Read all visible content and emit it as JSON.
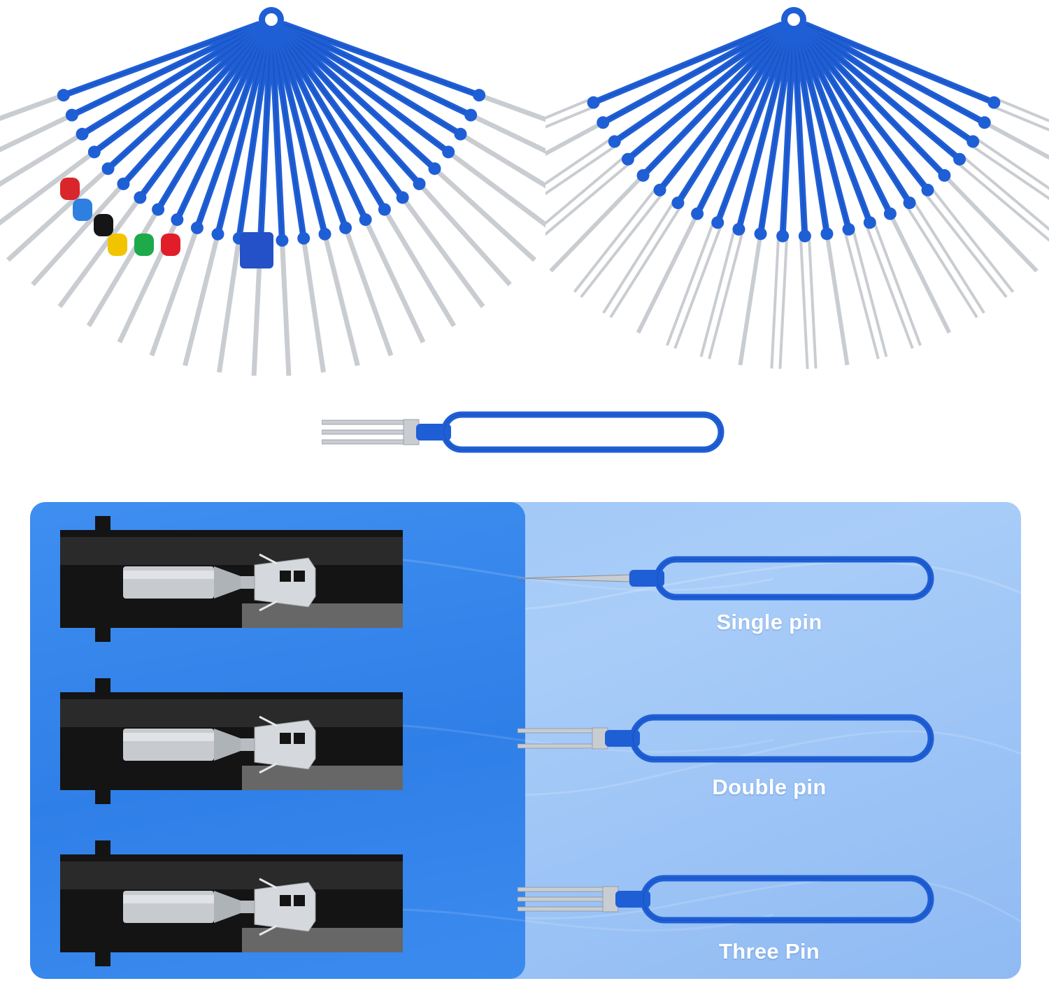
{
  "tools": [
    {
      "id": "single",
      "label": "Single pin",
      "prongs": 1
    },
    {
      "id": "double",
      "label": "Double pin",
      "prongs": 2
    },
    {
      "id": "three",
      "label": "Three Pin",
      "prongs": 3
    }
  ],
  "colors": {
    "handle_blue": "#1f5fd6",
    "handle_dark": "#1748b0",
    "steel": "#c9cdd2",
    "steel_dark": "#8d939a",
    "panel_left": "#3585ec",
    "panel_right": "#a3c8f7",
    "connector_black": "#141414",
    "label_text": "#ffffff"
  },
  "ferrule_colors": [
    "#d9262b",
    "#2e7fe0",
    "#151515",
    "#f2c400",
    "#1daa4a",
    "#e11d2a"
  ]
}
